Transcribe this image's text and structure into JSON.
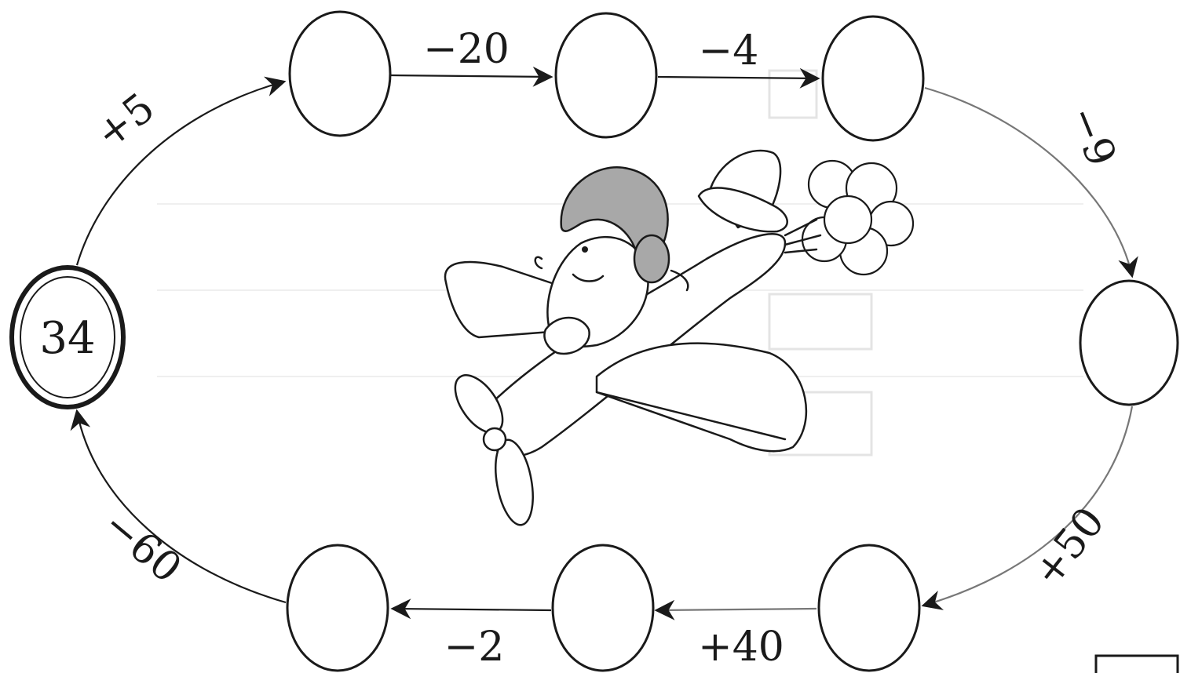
{
  "start_node": {
    "value": "34"
  },
  "operations": {
    "op1": "+5",
    "op2": "−20",
    "op3": "−4",
    "op4": "−9",
    "op5": "+50",
    "op6": "+40",
    "op7": "−2",
    "op8": "−60"
  },
  "empty_nodes_count": 7,
  "colors": {
    "ink": "#1a1a1a",
    "helmet": "#a8a8a8",
    "background": "#ffffff"
  },
  "icons": [
    "airplane-illustration",
    "pilot-character",
    "smoke-cloud"
  ]
}
